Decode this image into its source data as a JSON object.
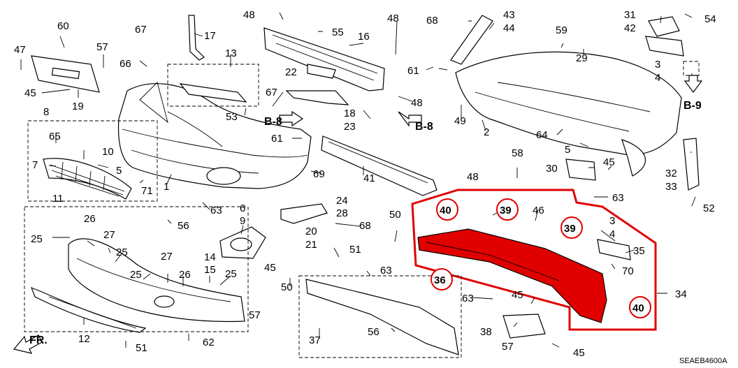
{
  "callouts": {
    "c1": "1",
    "c2": "2",
    "c3a": "3",
    "c4a": "4",
    "c3b": "3",
    "c4b": "4",
    "c5a": "5",
    "c5b": "5",
    "c6": "6",
    "c7": "7",
    "c8": "8",
    "c9": "9",
    "c10": "10",
    "c11": "11",
    "c12": "12",
    "c13": "13",
    "c14": "14",
    "c15": "15",
    "c16": "16",
    "c17": "17",
    "c18": "18",
    "c19": "19",
    "c20": "20",
    "c21": "21",
    "c22": "22",
    "c23": "23",
    "c24": "24",
    "c25a": "25",
    "c25b": "25",
    "c25c": "25",
    "c25d": "25",
    "c26a": "26",
    "c26b": "26",
    "c27a": "27",
    "c27b": "27",
    "c28": "28",
    "c29": "29",
    "c30": "30",
    "c31": "31",
    "c32": "32",
    "c33": "33",
    "c34": "34",
    "c35": "35",
    "c36": "36",
    "c37": "37",
    "c38": "38",
    "c39a": "39",
    "c39b": "39",
    "c40a": "40",
    "c40b": "40",
    "c41": "41",
    "c42": "42",
    "c43": "43",
    "c44": "44",
    "c45a": "45",
    "c45b": "45",
    "c45c": "45",
    "c45d": "45",
    "c45e": "45",
    "c46": "46",
    "c47": "47",
    "c48a": "48",
    "c48b": "48",
    "c48c": "48",
    "c48d": "48",
    "c49": "49",
    "c50a": "50",
    "c50b": "50",
    "c51a": "51",
    "c51b": "51",
    "c52": "52",
    "c53": "53",
    "c54": "54",
    "c55": "55",
    "c56a": "56",
    "c56b": "56",
    "c57a": "57",
    "c57b": "57",
    "c57c": "57",
    "c58": "58",
    "c59": "59",
    "c60": "60",
    "c61a": "61",
    "c61b": "61",
    "c62": "62",
    "c63a": "63",
    "c63b": "63",
    "c63c": "63",
    "c63d": "63",
    "c64": "64",
    "c65": "65",
    "c66": "66",
    "c67a": "67",
    "c67b": "67",
    "c68a": "68",
    "c68b": "68",
    "c69": "69",
    "c70": "70",
    "c71": "71"
  },
  "refs": {
    "b8a": "B-8",
    "b8b": "B-8",
    "b9": "B-9"
  },
  "direction": "FR.",
  "diagram_code": "SEAEB4600A"
}
